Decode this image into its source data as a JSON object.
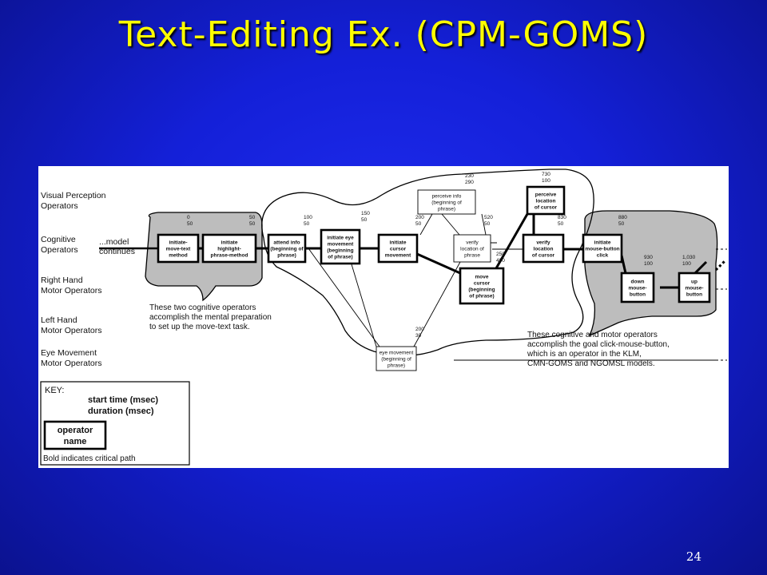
{
  "title": "Text-Editing Ex. (CPM-GOMS)",
  "page_number": "24",
  "rows": [
    [
      "Visual Perception",
      "Operators"
    ],
    [
      "Cognitive",
      "Operators"
    ],
    [
      "Right Hand",
      "Motor Operators"
    ],
    [
      "Left Hand",
      "Motor Operators"
    ],
    [
      "Eye Movement",
      "Motor Operators"
    ]
  ],
  "model_continues": [
    "...model",
    "continues"
  ],
  "operators": [
    {
      "id": "initiate-move-text-method",
      "lines": [
        "initiate-",
        "move-text",
        "method"
      ],
      "start": "0",
      "duration": "50",
      "critical": true
    },
    {
      "id": "initiate-highlight-phrase-method",
      "lines": [
        "initiate",
        "highlight-",
        "phrase-method"
      ],
      "start": "50",
      "duration": "50",
      "critical": true
    },
    {
      "id": "attend-info",
      "lines": [
        "attend   info",
        "(beginning of",
        "phrase)"
      ],
      "start": "100",
      "duration": "50",
      "critical": true
    },
    {
      "id": "initiate-eye-movement",
      "lines": [
        "initiate eye",
        "movement",
        "(beginning",
        "of phrase)"
      ],
      "start": "150",
      "duration": "50",
      "critical": true
    },
    {
      "id": "initiate-cursor-movement",
      "lines": [
        "initiate",
        "cursor",
        "movement"
      ],
      "start": "200",
      "duration": "50",
      "critical": true
    },
    {
      "id": "perceive-info",
      "lines": [
        "perceive info",
        "(beginning of",
        "phrase)"
      ],
      "start": "230",
      "duration": "290",
      "critical": false
    },
    {
      "id": "verify-location-of-phrase",
      "lines": [
        "verify",
        "location of",
        "phrase"
      ],
      "start": "520",
      "duration": "50",
      "critical": false
    },
    {
      "id": "perceive-location-of-cursor",
      "lines": [
        "perceive",
        "location",
        "of cursor"
      ],
      "start": "730",
      "duration": "100",
      "critical": true
    },
    {
      "id": "move-cursor",
      "lines": [
        "move",
        "cursor",
        "(beginning",
        "of phrase)"
      ],
      "start": "250",
      "duration": "480",
      "critical": true
    },
    {
      "id": "verify-location-of-cursor",
      "lines": [
        "verify",
        "location",
        "of cursor"
      ],
      "start": "830",
      "duration": "50",
      "critical": true
    },
    {
      "id": "initiate-mouse-button-click",
      "lines": [
        "initiate",
        "mouse-button",
        "click"
      ],
      "start": "880",
      "duration": "50",
      "critical": true
    },
    {
      "id": "down-mouse-button",
      "lines": [
        "down",
        "mouse-",
        "button"
      ],
      "start": "930",
      "duration": "100",
      "critical": true
    },
    {
      "id": "up-mouse-button",
      "lines": [
        "up",
        "mouse-",
        "button"
      ],
      "start": "1,030",
      "duration": "100",
      "critical": true
    },
    {
      "id": "eye-movement",
      "lines": [
        "eye movement",
        "(beginning of",
        "phrase)"
      ],
      "start": "200",
      "duration": "30",
      "critical": false
    }
  ],
  "notes": {
    "left": [
      "These two cognitive operators",
      "accomplish the mental preparation",
      "to set up the move-text task."
    ],
    "right": [
      "These cognitive and motor operators",
      "accomplish the goal click-mouse-button,",
      "which is an operator in the KLM,",
      "CMN-GOMS and NGOMSL models."
    ]
  },
  "key": {
    "heading": "KEY:",
    "start_time": "start time (msec)",
    "duration": "duration (msec)",
    "operator_name": [
      "operator",
      "name"
    ],
    "bold_note": "Bold indicates critical path"
  },
  "colors": {
    "title": "#ffff00",
    "background": "#1420d8",
    "shade": "#bdbdbd"
  }
}
